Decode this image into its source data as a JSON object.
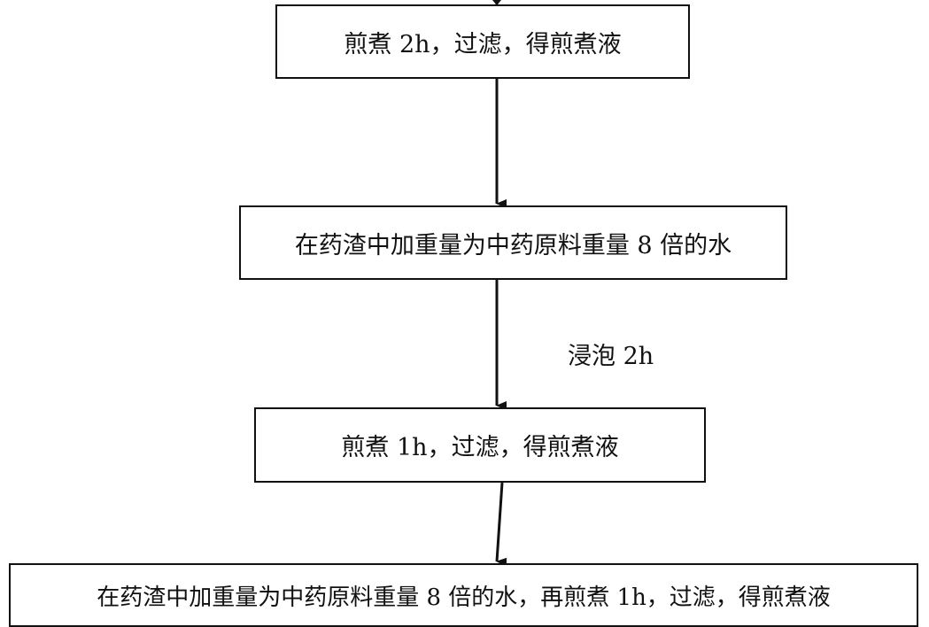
{
  "nodes": {
    "decoct_2h": "煎煮 2h，过滤，得煎煮液",
    "add_water_1": "在药渣中加重量为中药原料重量 8 倍的水",
    "decoct_1h": "煎煮 1h，过滤，得煎煮液",
    "add_water_final": "在药渣中加重量为中药原料重量 8 倍的水，再煎煮 1h，过滤，得煎煮液"
  },
  "edges": {
    "soak_label": "浸泡 2h"
  },
  "colors": {
    "line": "#111111",
    "background": "#ffffff"
  }
}
